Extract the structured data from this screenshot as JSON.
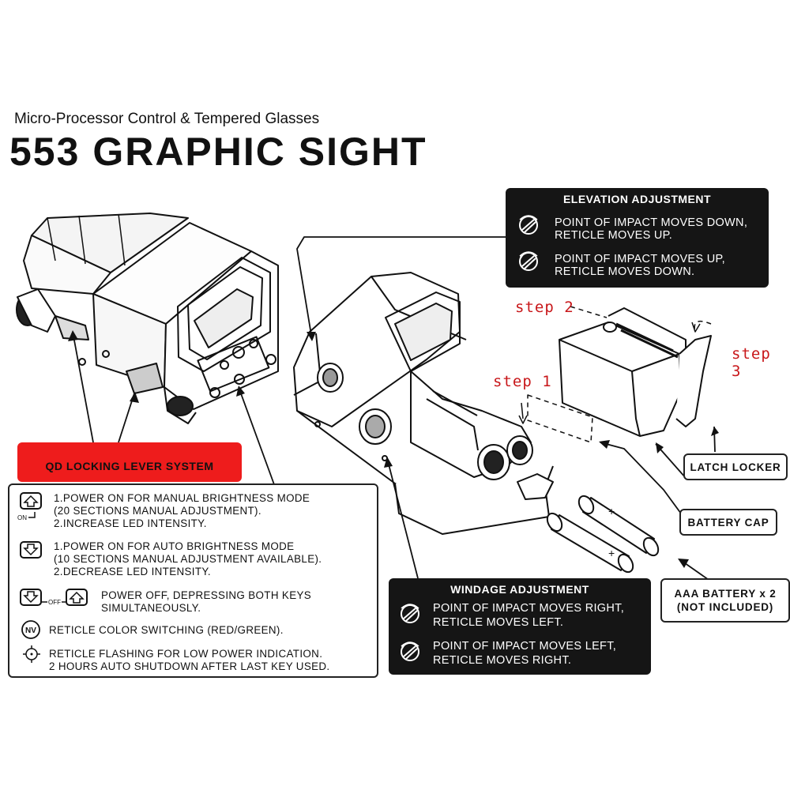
{
  "header": {
    "subtitle": "Micro-Processor Control & Tempered Glasses",
    "title": "553 GRAPHIC SIGHT"
  },
  "elevation": {
    "heading": "ELEVATION ADJUSTMENT",
    "lines": [
      "POINT OF IMPACT MOVES DOWN,",
      "RETICLE MOVES UP.",
      "POINT OF IMPACT MOVES UP,",
      "RETICLE MOVES DOWN."
    ]
  },
  "windage": {
    "heading": "WINDAGE ADJUSTMENT",
    "lines": [
      "POINT OF IMPACT MOVES RIGHT,",
      "RETICLE MOVES LEFT.",
      "POINT OF IMPACT MOVES LEFT,",
      "RETICLE MOVES RIGHT."
    ]
  },
  "qd_label": "QD LOCKING LEVER SYSTEM",
  "instructions": {
    "lines": [
      "1.POWER ON FOR MANUAL BRIGHTNESS MODE",
      "(20 SECTIONS MANUAL ADJUSTMENT).",
      "2.INCREASE LED INTENSITY.",
      "1.POWER ON FOR AUTO BRIGHTNESS MODE",
      "(10 SECTIONS MANUAL ADJUSTMENT AVAILABLE).",
      "2.DECREASE LED INTENSITY.",
      "POWER OFF, DEPRESSING BOTH KEYS",
      "SIMULTANEOUSLY.",
      "RETICLE COLOR SWITCHING (RED/GREEN).",
      "RETICLE FLASHING FOR LOW POWER INDICATION.",
      "2 HOURS AUTO SHUTDOWN AFTER LAST KEY USED."
    ],
    "icon_text": {
      "on": "ON",
      "off": "OFF",
      "nv": "NV"
    }
  },
  "labels": {
    "latch": "LATCH LOCKER",
    "cap": "BATTERY CAP",
    "battery_line1": "AAA BATTERY x 2",
    "battery_line2": "(NOT INCLUDED)"
  },
  "steps": {
    "step1": "step 1",
    "step2": "step 2",
    "step3": "step 3"
  },
  "colors": {
    "accent_red": "#ee1c1c",
    "step_red": "#c8171a",
    "panel_black": "#151515"
  },
  "icons": [
    "rotate-dial-icon",
    "up-arrow-key-icon",
    "down-arrow-key-icon",
    "nv-icon",
    "crosshair-icon"
  ]
}
